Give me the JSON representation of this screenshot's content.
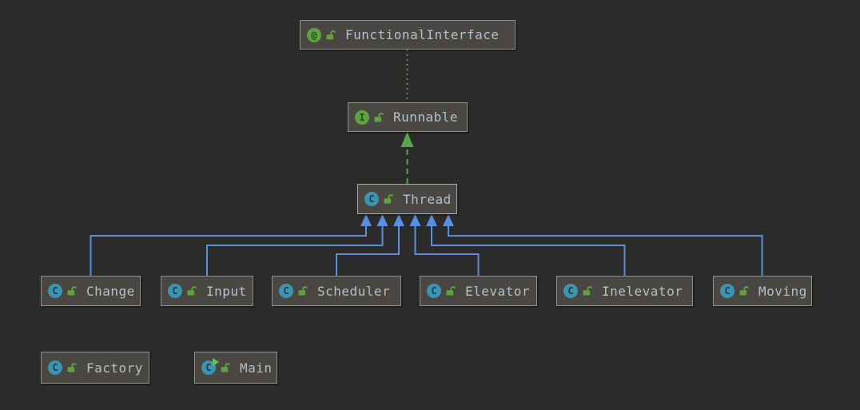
{
  "diagram": {
    "type": "uml-class-diagram",
    "nodes": [
      {
        "id": "FunctionalInterface",
        "label": "FunctionalInterface",
        "stereotype": "annotation",
        "icon": "annotation-icon",
        "visibility": "public"
      },
      {
        "id": "Runnable",
        "label": "Runnable",
        "stereotype": "interface",
        "icon": "interface-icon",
        "visibility": "public"
      },
      {
        "id": "Thread",
        "label": "Thread",
        "stereotype": "class",
        "icon": "class-icon",
        "visibility": "public"
      },
      {
        "id": "Change",
        "label": "Change",
        "stereotype": "class",
        "icon": "class-icon",
        "visibility": "public"
      },
      {
        "id": "Input",
        "label": "Input",
        "stereotype": "class",
        "icon": "class-icon",
        "visibility": "public"
      },
      {
        "id": "Scheduler",
        "label": "Scheduler",
        "stereotype": "class",
        "icon": "class-icon",
        "visibility": "public"
      },
      {
        "id": "Elevator",
        "label": "Elevator",
        "stereotype": "class",
        "icon": "class-icon",
        "visibility": "public"
      },
      {
        "id": "Inelevator",
        "label": "Inelevator",
        "stereotype": "class",
        "icon": "class-icon",
        "visibility": "public"
      },
      {
        "id": "Moving",
        "label": "Moving",
        "stereotype": "class",
        "icon": "class-icon",
        "visibility": "public"
      },
      {
        "id": "Factory",
        "label": "Factory",
        "stereotype": "class",
        "icon": "class-icon",
        "visibility": "public"
      },
      {
        "id": "Main",
        "label": "Main",
        "stereotype": "runnable-class",
        "icon": "class-icon-with-run-badge",
        "visibility": "public"
      }
    ],
    "icon_glyphs": {
      "annotation": "@",
      "interface": "I",
      "class": "C"
    },
    "edges": [
      {
        "from": "Thread",
        "to": "Runnable",
        "type": "implements",
        "style": "green-dashed-arrow"
      },
      {
        "from": "Runnable",
        "to": "FunctionalInterface",
        "type": "annotated-by",
        "style": "olive-dotted-line"
      },
      {
        "from": "Change",
        "to": "Thread",
        "type": "extends",
        "style": "blue-solid-arrow"
      },
      {
        "from": "Input",
        "to": "Thread",
        "type": "extends",
        "style": "blue-solid-arrow"
      },
      {
        "from": "Scheduler",
        "to": "Thread",
        "type": "extends",
        "style": "blue-solid-arrow"
      },
      {
        "from": "Elevator",
        "to": "Thread",
        "type": "extends",
        "style": "blue-solid-arrow"
      },
      {
        "from": "Inelevator",
        "to": "Thread",
        "type": "extends",
        "style": "blue-solid-arrow"
      },
      {
        "from": "Moving",
        "to": "Thread",
        "type": "extends",
        "style": "blue-solid-arrow"
      }
    ],
    "colors": {
      "background": "#2b2b2b",
      "node_background": "#4a4743",
      "node_border": "#8f8f8f",
      "label_text": "#b2bfcc",
      "extends_edge_blue": "#5a8ede",
      "implements_edge_green": "#57a64a",
      "annotation_edge_olive": "#7d8a42",
      "class_icon_teal": "#3c94b0",
      "interface_annotation_icon_green": "#5ea33f",
      "unlocked_icon_green": "#60a33e",
      "run_badge_green": "#63c554"
    }
  }
}
